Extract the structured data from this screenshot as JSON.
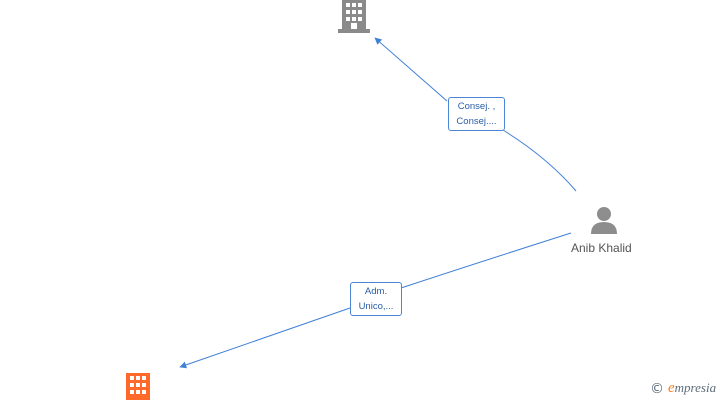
{
  "colors": {
    "edge": "#3f7fd6",
    "label_border": "#4a86d4",
    "label_text": "#2a5da8",
    "company_gray": "#8a8a8a",
    "company_highlight": "#ff6a2b",
    "person": "#8d8d8d"
  },
  "nodes": {
    "company_top": {
      "icon": "building-icon"
    },
    "company_bottom": {
      "icon": "building-icon",
      "highlight": true
    },
    "person": {
      "icon": "person-icon",
      "name": "Anib Khalid"
    }
  },
  "edges": [
    {
      "from": "person",
      "to": "company_top",
      "label_lines": [
        "Consej. ,",
        "Consej...."
      ]
    },
    {
      "from": "person",
      "to": "company_bottom",
      "label_lines": [
        "Adm.",
        "Unico,..."
      ]
    }
  ],
  "watermark": {
    "copyright": "©",
    "brand_initial": "e",
    "brand_rest": "mpresia"
  }
}
